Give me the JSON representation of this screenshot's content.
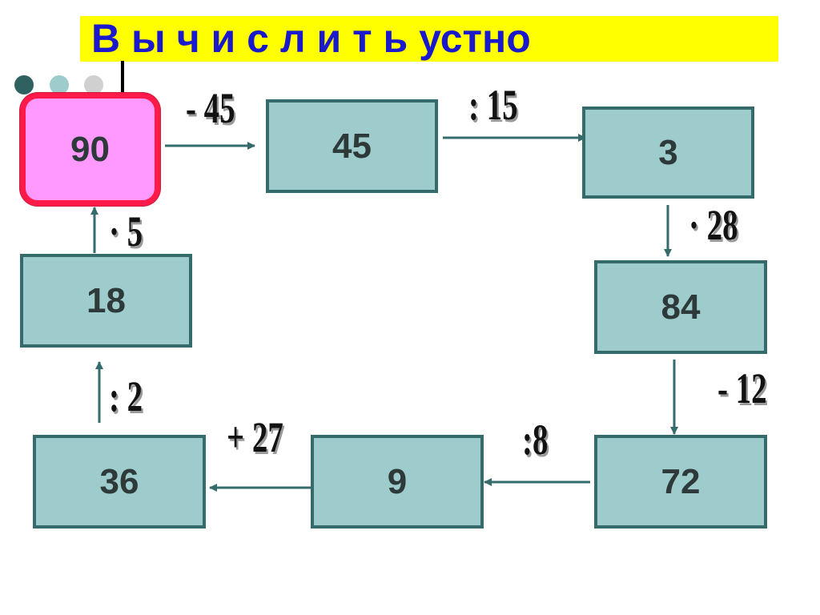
{
  "title": "В ы ч и с л и т ь устно",
  "colors": {
    "title_bg": "#ffff00",
    "title_text": "#1a1acc",
    "box_fill": "#9ecccc",
    "box_border": "#356b6b",
    "start_fill": "#ff99ff",
    "start_border": "#ff1a4a",
    "dot_dark": "#2f6161",
    "dot_mid": "#9ecccc",
    "dot_light": "#d0d0d0"
  },
  "boxes": {
    "n90": "90",
    "n45": "45",
    "n3": "3",
    "n84": "84",
    "n72": "72",
    "n9": "9",
    "n36": "36",
    "n18": "18"
  },
  "operations": {
    "minus45": "- 45",
    "div15": ": 15",
    "mul28": "· 28",
    "minus12": "- 12",
    "div8": ":8",
    "plus27": "+ 27",
    "div2": ": 2",
    "mul5": "· 5"
  }
}
